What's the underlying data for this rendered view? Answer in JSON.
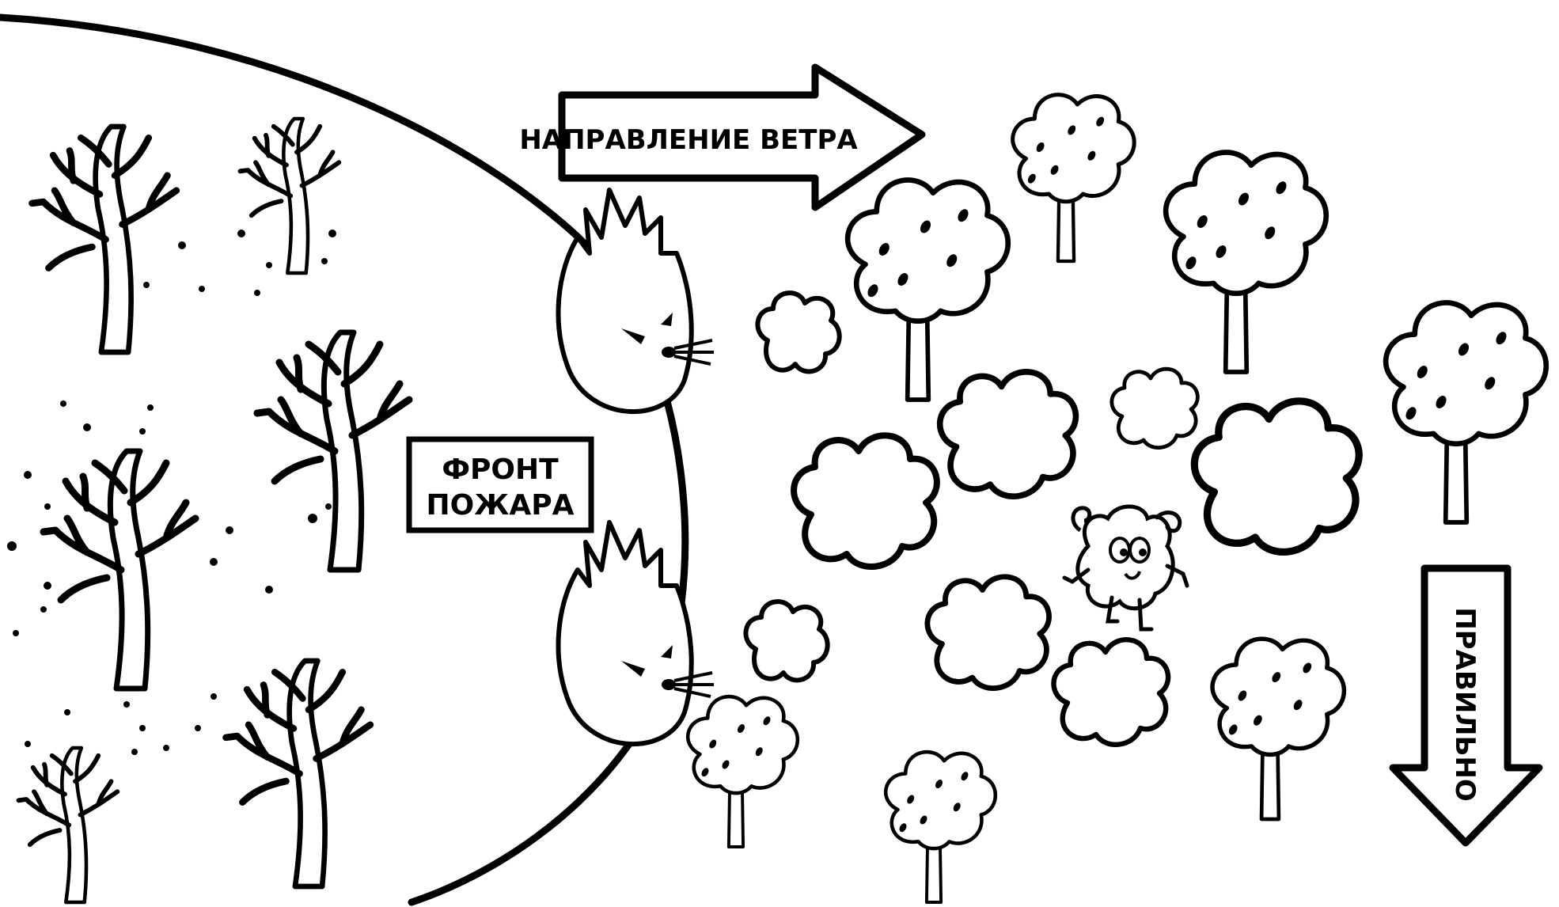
{
  "labels": {
    "wind_direction": "НАПРАВЛЕНИЕ ВЕТРА",
    "fire_front_line1": "ФРОНТ",
    "fire_front_line2": "ПОЖАРА",
    "correct": "ПРАВИЛЬНО"
  },
  "colors": {
    "ink": "#000000",
    "background": "#ffffff"
  }
}
